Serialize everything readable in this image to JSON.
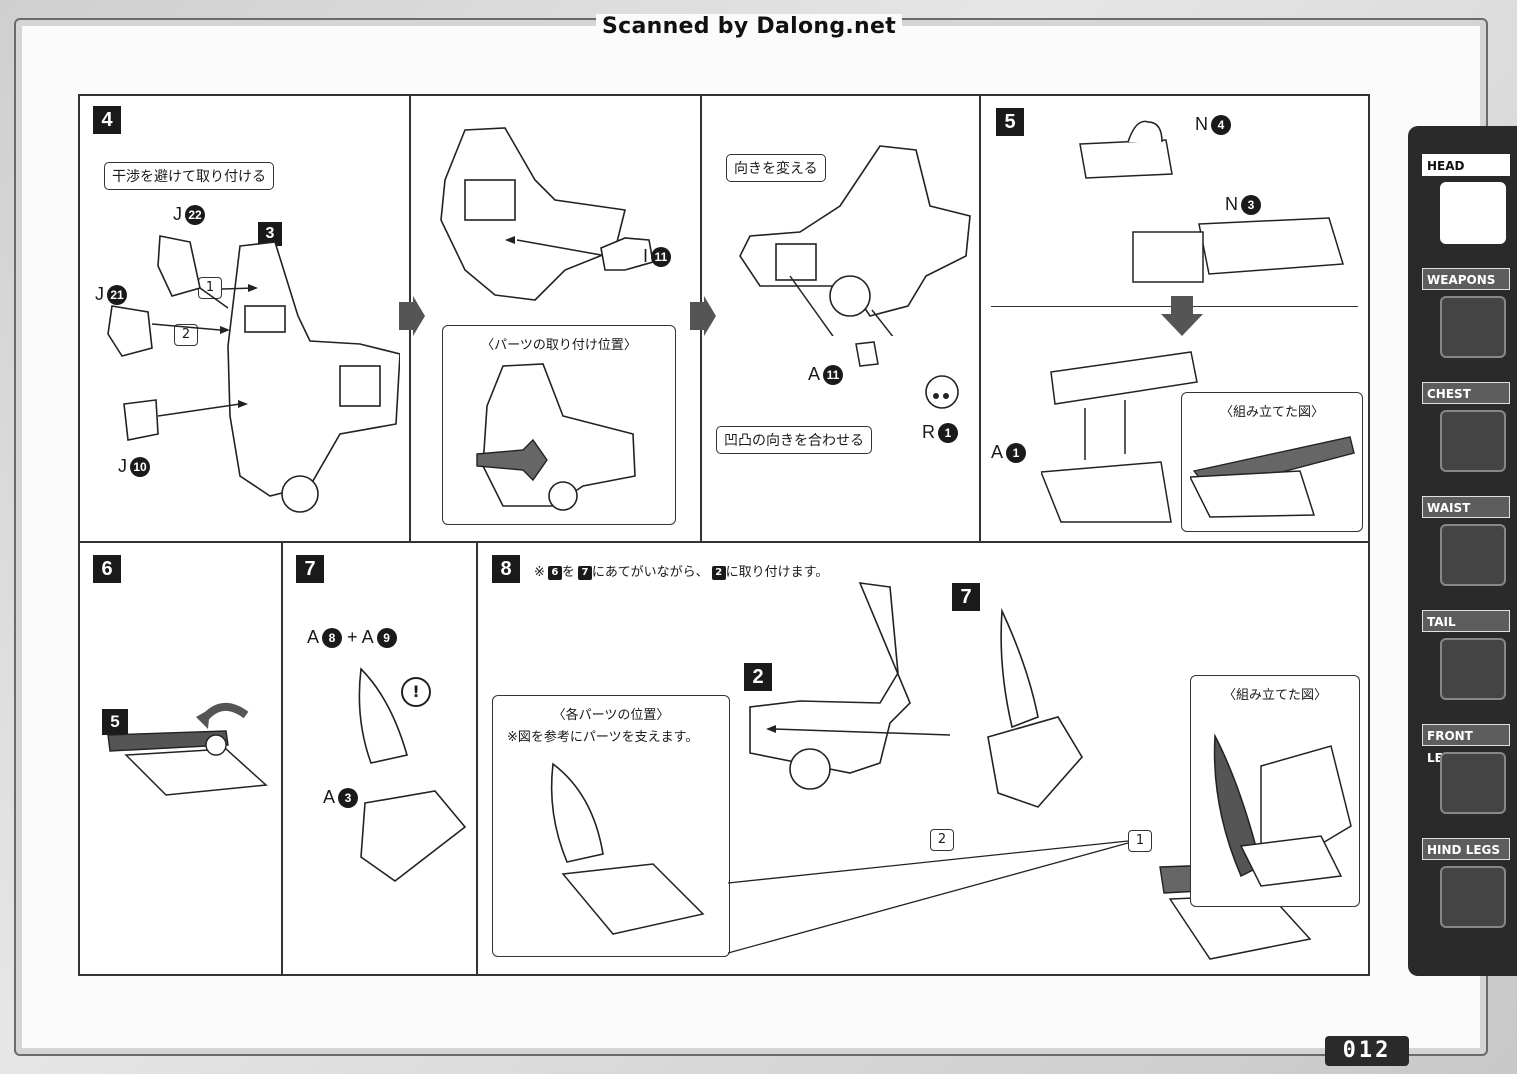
{
  "scan_credit": "Scanned by Dalong.net",
  "page_number": "012",
  "sidebar": {
    "items": [
      {
        "label": "HEAD",
        "active": true,
        "icon": "head-part-icon"
      },
      {
        "label": "WEAPONS",
        "active": false,
        "icon": "weapons-part-icon"
      },
      {
        "label": "CHEST",
        "active": false,
        "icon": "chest-part-icon"
      },
      {
        "label": "WAIST",
        "active": false,
        "icon": "waist-part-icon"
      },
      {
        "label": "TAIL",
        "active": false,
        "icon": "tail-part-icon"
      },
      {
        "label": "FRONT LEGS",
        "active": false,
        "icon": "front-legs-part-icon"
      },
      {
        "label": "HIND LEGS",
        "active": false,
        "icon": "hind-legs-part-icon"
      }
    ]
  },
  "step4": {
    "number": "4",
    "callout_avoid": "干渉を避けて取り付ける",
    "part_j22": {
      "letter": "J",
      "num": "22"
    },
    "part_j21": {
      "letter": "J",
      "num": "21"
    },
    "part_j10": {
      "letter": "J",
      "num": "10"
    },
    "ref_3": "3",
    "seq_1": "1",
    "seq_2": "2",
    "part_i11": {
      "letter": "I",
      "num": "11"
    },
    "inset_title": "〈パーツの取り付け位置〉",
    "callout_direction": "向きを変える",
    "part_a11": {
      "letter": "A",
      "num": "11"
    },
    "part_r1": {
      "letter": "R",
      "num": "1"
    },
    "callout_align": "凹凸の向きを合わせる"
  },
  "step5": {
    "number": "5",
    "part_n4": {
      "letter": "N",
      "num": "4"
    },
    "part_n3": {
      "letter": "N",
      "num": "3"
    },
    "part_a1": {
      "letter": "A",
      "num": "1"
    },
    "inset_title": "〈組み立てた図〉"
  },
  "step6": {
    "number": "6",
    "ref_5": "5"
  },
  "step7": {
    "number": "7",
    "part_a8": {
      "letter": "A",
      "num": "8"
    },
    "plus": "+",
    "part_a9": {
      "letter": "A",
      "num": "9"
    },
    "part_a3": {
      "letter": "A",
      "num": "3"
    },
    "caution": "!"
  },
  "step8": {
    "number": "8",
    "instruction_prefix": "※",
    "instruction_ref6": "6",
    "instruction_mid1": "を",
    "instruction_ref7": "7",
    "instruction_mid2": "にあてがいながら、",
    "instruction_ref2": "2",
    "instruction_suffix": "に取り付けます。",
    "ref_2": "2",
    "ref_7": "7",
    "ref_6": "6",
    "seq_2": "2",
    "seq_1": "1",
    "inset_left_title": "〈各パーツの位置〉",
    "inset_left_note": "※図を参考にパーツを支えます。",
    "inset_right_title": "〈組み立てた図〉"
  }
}
